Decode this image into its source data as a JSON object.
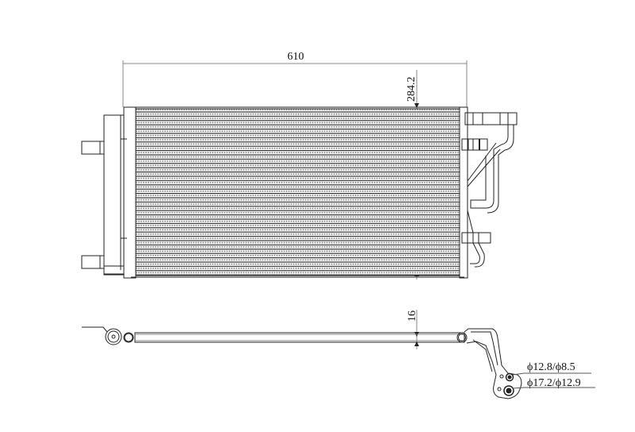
{
  "drawing": {
    "title": "Condenser technical drawing",
    "views": [
      "front-view",
      "bottom-view"
    ],
    "dimensions": {
      "width": "610",
      "height": "284.2",
      "thickness": "16"
    },
    "connections": {
      "inlet": "ϕ12.8/ϕ8.5",
      "outlet": "ϕ17.2/ϕ12.9"
    },
    "colors": {
      "line": "#222222",
      "fin": "#9a9a9a",
      "background": "#ffffff"
    }
  }
}
